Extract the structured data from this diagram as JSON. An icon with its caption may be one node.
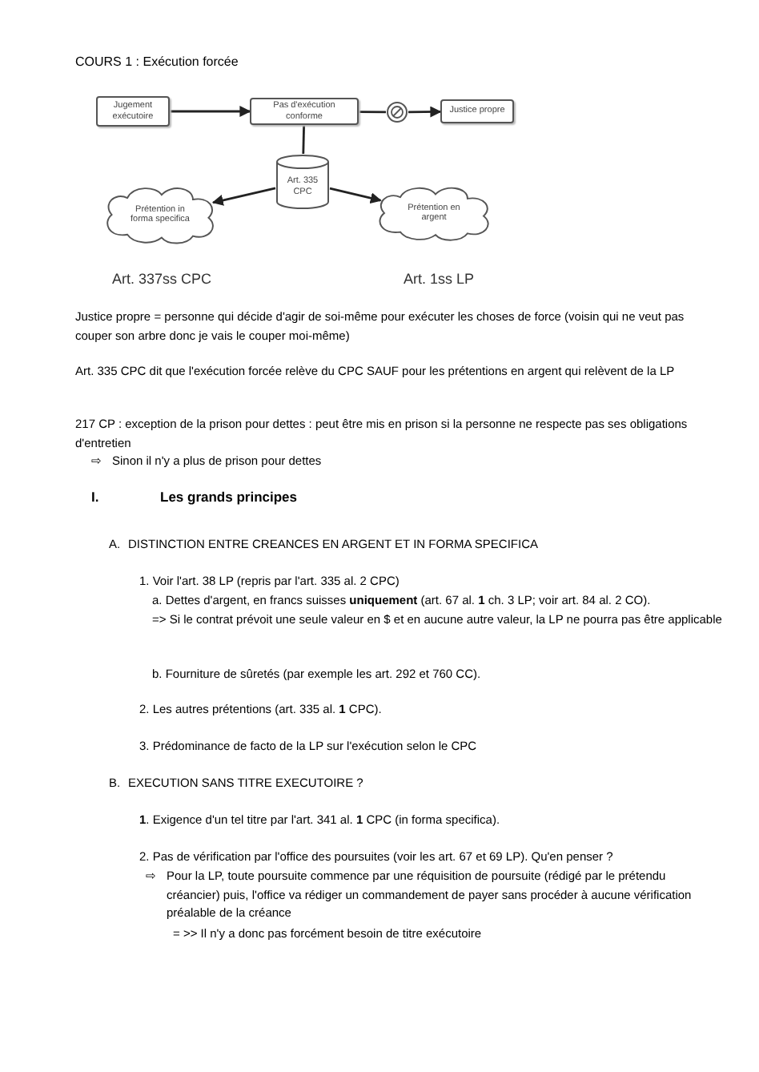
{
  "diagram": {
    "title": "COURS 1 : Exécution forcée",
    "nodes": [
      {
        "text": [
          "Jugement exécutoire"
        ]
      },
      {
        "text": [
          "Pas d'exécution conforme"
        ]
      },
      {
        "text": [],
        "shape": "circle"
      },
      {
        "text": [
          "Justice propre"
        ]
      },
      {
        "text": [
          "Art. 335 CPC"
        ]
      },
      {
        "text": [
          "Prétention in forma specifica"
        ],
        "beside": [
          "Art. 337ss CPC"
        ]
      },
      {
        "text": [
          "Prétention en argent"
        ],
        "beside": [
          "Art. 1ss LP"
        ]
      }
    ],
    "edges": [
      {
        "from": 0,
        "to": 1,
        "arrow": "to"
      },
      {
        "from": 1,
        "to": 2,
        "arrow": "none"
      },
      {
        "from": 2,
        "to": 3,
        "arrow": "to"
      },
      {
        "from": 1,
        "to": 4,
        "arrow": "none"
      },
      {
        "from": 4,
        "to": 5,
        "arrow": "to"
      },
      {
        "from": 4,
        "to": 6,
        "arrow": "to"
      }
    ],
    "labels": [
      "Justice propre = personne qui décide d'agir de soi-même pour exécuter les choses de force (voisin qui ne veut pas couper son arbre donc je vais le couper moi-même)",
      "Art. 335 CPC dit que l'exécution forcée relève du CPC SAUF pour les prétentions en argent qui relèvent de la LP",
      "217 CP : exception de la prison pour dettes : peut être mis en prison si la personne ne respecte pas ses obligations d'entretien",
      "⇨",
      "Sinon il n'y a plus de prison pour dettes",
      "I.",
      "Les grands principes",
      "A.",
      "DISTINCTION ENTRE CREANCES EN ARGENT ET IN FORMA SPECIFICA",
      "1. Voir l'art. 38 LP (repris par l'art. 335 al. 2 CPC)",
      "a. Dettes d'argent, en francs suisses **uniquement** (art. 67 al. **1** ch. 3 LP; voir art. 84 al. 2 CO).",
      "=> Si le contrat prévoit une seule valeur en $ et en aucune autre valeur, la LP ne pourra pas être applicable",
      "b. Fourniture de sûretés (par exemple les art. 292 et 760 CC).",
      "2. Les autres prétentions (art. 335 al. **1** CPC).",
      "3. Prédominance de facto de la LP sur l'exécution selon le CPC",
      "B.",
      "EXECUTION SANS TITRE EXECUTOIRE ?",
      "**1**. Exigence d'un tel titre par l'art. 341 al. **1** CPC (in forma specifica).",
      "2. Pas de vérification par l'office des poursuites (voir les art. 67 et 69 LP). Qu'en penser ?",
      "⇨",
      "Pour la LP, toute poursuite commence par une réquisition de poursuite (rédigé par le prétendu créancier) puis, l'office va rédiger un commandement de payer sans procéder à aucune vérification préalable de la créance",
      "= >> Il n'y a donc pas forcément besoin de titre exécutoire"
    ]
  }
}
